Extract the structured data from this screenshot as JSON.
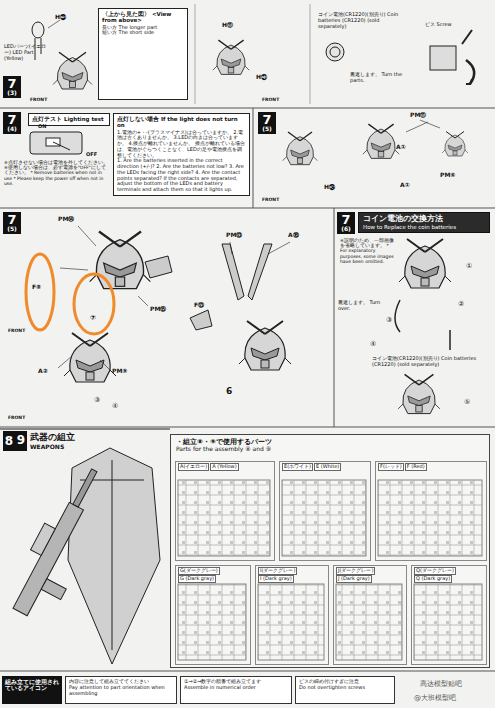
{
  "diagram": {
    "nodes": [
      {
        "text": [
          "7",
          "(3)"
        ]
      },
      {
        "text": [
          "〈上から見た図〉 <View from above>",
          "長い方 The longer part",
          "短い方 The short side"
        ]
      },
      {
        "text": [
          "7",
          "(4)"
        ]
      },
      {
        "text": [
          "点灯テスト Lighting test"
        ]
      },
      {
        "text": [
          "点灯しない場合 If the light does not turn on",
          "1.電池の+・-(プラスマイナス)は合っていますか。 2.電池は古くありませんか。 3.LEDの向きは合っていますか。 4.接点が離れていませんか。 接点が離れている場合は、電池がぐらつくことなく、LEDの足や電池接点を調整してください。",
          "1. Are the batteries inserted in the correct direction (+/-)? 2. Are the batteries not low? 3. Are the LEDs facing the right side? 4. Are the contact points separated? If the contacts are separated, adjust the bottom of the LEDs and battery terminals and attach them so that it lights up."
        ]
      },
      {
        "text": [
          "7",
          "(5)"
        ]
      },
      {
        "text": [
          "7",
          "(5)"
        ]
      },
      {
        "text": [
          "7",
          "(6)"
        ]
      },
      {
        "text": [
          "コイン電池の交換方法",
          "How to Replace the coin batteries"
        ]
      },
      {
        "text": [
          "8",
          "9"
        ]
      },
      {
        "text": [
          "・組立⑧・⑨で使用するパーツ",
          "Parts for the assembly ⑧ and ⑨"
        ]
      },
      {
        "text": [
          "A(イエロー)",
          "A (Yellow)"
        ],
        "in": 10
      },
      {
        "text": [
          "E(ホワイト)",
          "E (White)"
        ],
        "in": 10
      },
      {
        "text": [
          "F(レッド)",
          "F (Red)"
        ],
        "in": 10
      },
      {
        "text": [
          "G(ダークグレー)",
          "G (Dark gray)"
        ],
        "in": 10
      },
      {
        "text": [
          "I(ダークグレー)",
          "I (Dark gray)"
        ],
        "in": 10
      },
      {
        "text": [
          "J(ダークグレー)",
          "J (Dark gray)"
        ],
        "in": 10
      },
      {
        "text": [
          "Q(ダークグレー)",
          "Q (Dark gray)"
        ],
        "in": 10
      },
      {
        "text": [
          "組み立てに使用されているアイコン"
        ]
      },
      {
        "text": [
          "内容に注意して組み立ててください",
          "Pay attention to part orientation when assembling"
        ]
      },
      {
        "text": [
          "①→②→数字の順番で組み立てます",
          "Assemble in numerical order"
        ]
      },
      {
        "text": [
          "ビスの締め付けすぎに注意",
          "Do not overtighten screws"
        ]
      }
    ],
    "labels": [
      "H㉓",
      "LEDパーツ(イエロー) LED Part (Yellow)",
      "H⑪",
      "コイン電池(CR1220)(別売り) Coin batteries (CR1220) (sold separately)",
      "H㉑",
      "裏返します。 Turn the parts.",
      "ビス Screw",
      "FRONT",
      "FRONT",
      "ON",
      "OFF",
      "※点灯させない場合は電池を外してください。 ※使用しない場合は、必ず電源を\"OFF\"にしてください。 * Remove batteries when not in use * Please keep the power off when not in use.",
      "PM⑪",
      "A①",
      "PM⑥",
      "A①",
      "H㉔",
      "FRONT",
      "PM⑭",
      "F⑧",
      "⑦",
      "PM⑮",
      "FRONT",
      "A②",
      "PM⑨",
      "③",
      "④",
      "F⑬",
      "PM⑬",
      "A⑯",
      "6",
      "FRONT",
      "※説明のため、一部画像を省略しています。 * For explanatory purposes, some images have been omitted.",
      "①",
      "裏返します。 Turn over.",
      "②",
      "③",
      "④",
      "コイン電池(CR1220)(別売り) Coin batteries (CR1220) (sold separately)",
      "⑤",
      "武器の組立",
      "WEAPONS",
      "高达模型贴吧",
      "@大班模型吧"
    ]
  }
}
